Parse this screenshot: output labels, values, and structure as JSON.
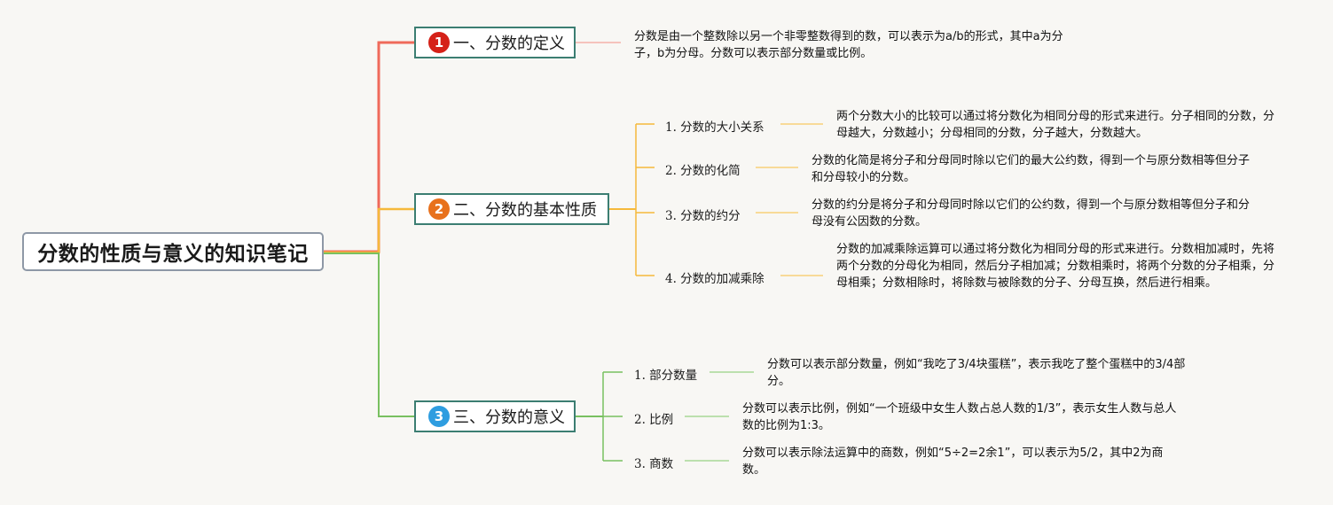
{
  "root": {
    "title": "分数的性质与意义的知识笔记"
  },
  "colors": {
    "branch1": "#ef6a5a",
    "branch2": "#f5b93b",
    "branch3": "#79c060",
    "badge1": "#d52118",
    "badge2": "#e8711c",
    "badge3": "#2e9de0",
    "box_border": "#3c7e72"
  },
  "branches": [
    {
      "number": "1",
      "title": "一、分数的定义",
      "description": "分数是由一个整数除以另一个非零整数得到的数，可以表示为a/b的形式，其中a为分子，b为分母。分数可以表示部分数量或比例。"
    },
    {
      "number": "2",
      "title": "二、分数的基本性质",
      "children": [
        {
          "label": "1. 分数的大小关系",
          "description": "两个分数大小的比较可以通过将分数化为相同分母的形式来进行。分子相同的分数，分母越大，分数越小；分母相同的分数，分子越大，分数越大。"
        },
        {
          "label": "2. 分数的化简",
          "description": "分数的化简是将分子和分母同时除以它们的最大公约数，得到一个与原分数相等但分子和分母较小的分数。"
        },
        {
          "label": "3. 分数的约分",
          "description": "分数的约分是将分子和分母同时除以它们的公约数，得到一个与原分数相等但分子和分母没有公因数的分数。"
        },
        {
          "label": "4. 分数的加减乘除",
          "description": "分数的加减乘除运算可以通过将分数化为相同分母的形式来进行。分数相加减时，先将两个分数的分母化为相同，然后分子相加减；分数相乘时，将两个分数的分子相乘，分母相乘；分数相除时，将除数与被除数的分子、分母互换，然后进行相乘。"
        }
      ]
    },
    {
      "number": "3",
      "title": "三、分数的意义",
      "children": [
        {
          "label": "1. 部分数量",
          "description": "分数可以表示部分数量，例如“我吃了3/4块蛋糕”，表示我吃了整个蛋糕中的3/4部分。"
        },
        {
          "label": "2. 比例",
          "description": "分数可以表示比例，例如“一个班级中女生人数占总人数的1/3”，表示女生人数与总人数的比例为1:3。"
        },
        {
          "label": "3. 商数",
          "description": "分数可以表示除法运算中的商数，例如“5÷2=2余1”，可以表示为5/2，其中2为商数。"
        }
      ]
    }
  ]
}
